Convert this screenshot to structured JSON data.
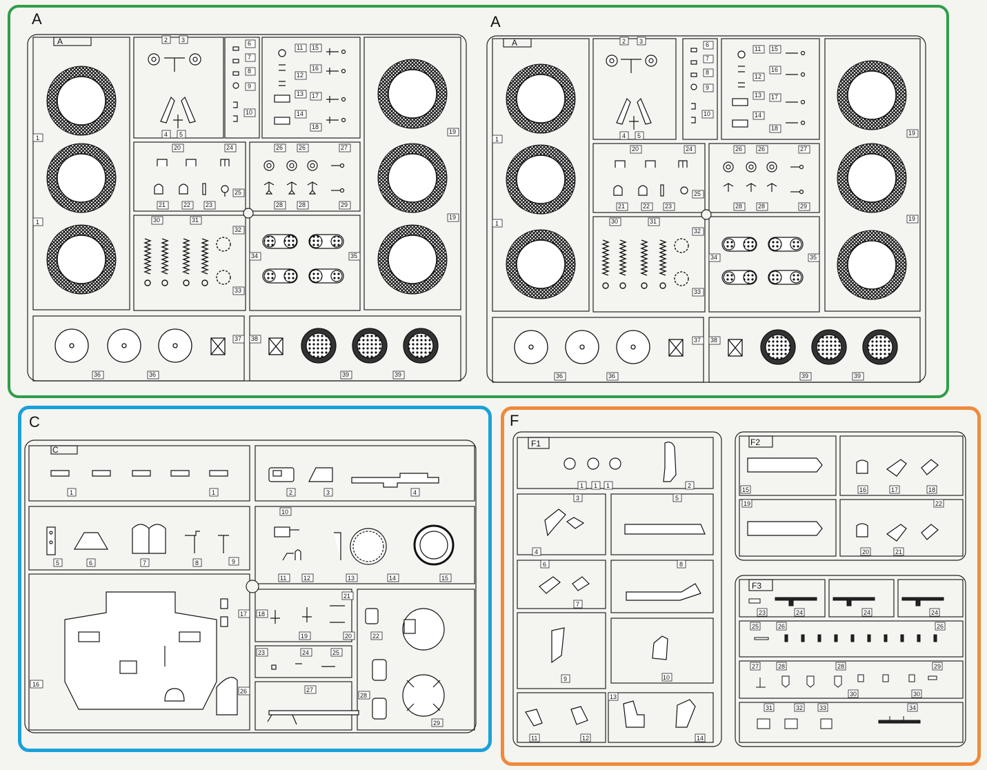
{
  "groups": {
    "A": {
      "label": "A",
      "color": "#2e9e48"
    },
    "C": {
      "label": "C",
      "color": "#1aa1d8"
    },
    "F": {
      "label": "F",
      "color": "#ef8a3a"
    }
  },
  "sprue_A_left": {
    "tag": "A",
    "nums": {
      "p1a": "1",
      "p1b": "1",
      "p2": "2",
      "p3": "3",
      "p4": "4",
      "p5": "5",
      "p6": "6",
      "p7": "7",
      "p8": "8",
      "p9": "9",
      "p10": "10",
      "p11": "11",
      "p12": "12",
      "p13": "13",
      "p14": "14",
      "p15": "15",
      "p16": "16",
      "p17": "17",
      "p18": "18",
      "p19a": "19",
      "p19b": "19",
      "p20": "20",
      "p21": "21",
      "p22": "22",
      "p23": "23",
      "p24": "24",
      "p25": "25",
      "p26a": "26",
      "p26b": "26",
      "p27": "27",
      "p28a": "28",
      "p28b": "28",
      "p29": "29",
      "p30": "30",
      "p31": "31",
      "p32": "32",
      "p33": "33",
      "p34": "34",
      "p35": "35",
      "p36a": "36",
      "p36b": "36",
      "p37": "37",
      "p38": "38",
      "p39a": "39",
      "p39b": "39"
    }
  },
  "sprue_A_right": {
    "tag": "A",
    "nums": {
      "p1a": "1",
      "p1b": "1",
      "p2": "2",
      "p3": "3",
      "p4": "4",
      "p5": "5",
      "p6": "6",
      "p7": "7",
      "p8": "8",
      "p9": "9",
      "p10": "10",
      "p11": "11",
      "p12": "12",
      "p13": "13",
      "p14": "14",
      "p15": "15",
      "p16": "16",
      "p17": "17",
      "p18": "18",
      "p19a": "19",
      "p19b": "19",
      "p20": "20",
      "p21": "21",
      "p22": "22",
      "p23": "23",
      "p24": "24",
      "p25": "25",
      "p26a": "26",
      "p26b": "26",
      "p27": "27",
      "p28a": "28",
      "p28b": "28",
      "p29": "29",
      "p30": "30",
      "p31": "31",
      "p32": "32",
      "p33": "33",
      "p34": "34",
      "p35": "35",
      "p36a": "36",
      "p36b": "36",
      "p37": "37",
      "p38": "38",
      "p39a": "39",
      "p39b": "39"
    }
  },
  "sprue_C": {
    "tag": "C",
    "nums": [
      "1",
      "1",
      "2",
      "3",
      "4",
      "5",
      "6",
      "7",
      "8",
      "9",
      "10",
      "11",
      "12",
      "13",
      "14",
      "15",
      "16",
      "17",
      "18",
      "19",
      "20",
      "21",
      "22",
      "23",
      "24",
      "25",
      "26",
      "27",
      "28",
      "29"
    ]
  },
  "sprue_F1": {
    "tag": "F1",
    "nums": [
      "1",
      "1",
      "1",
      "2",
      "3",
      "4",
      "5",
      "6",
      "7",
      "8",
      "9",
      "10",
      "11",
      "12",
      "13",
      "14"
    ]
  },
  "sprue_F2": {
    "tag": "F2",
    "nums": [
      "15",
      "16",
      "17",
      "18",
      "19",
      "20",
      "21",
      "22"
    ]
  },
  "sprue_F3": {
    "tag": "F3",
    "nums": [
      "23",
      "24",
      "24",
      "24",
      "25",
      "26",
      "26",
      "27",
      "28",
      "28",
      "29",
      "30",
      "30",
      "31",
      "32",
      "33",
      "34"
    ]
  }
}
